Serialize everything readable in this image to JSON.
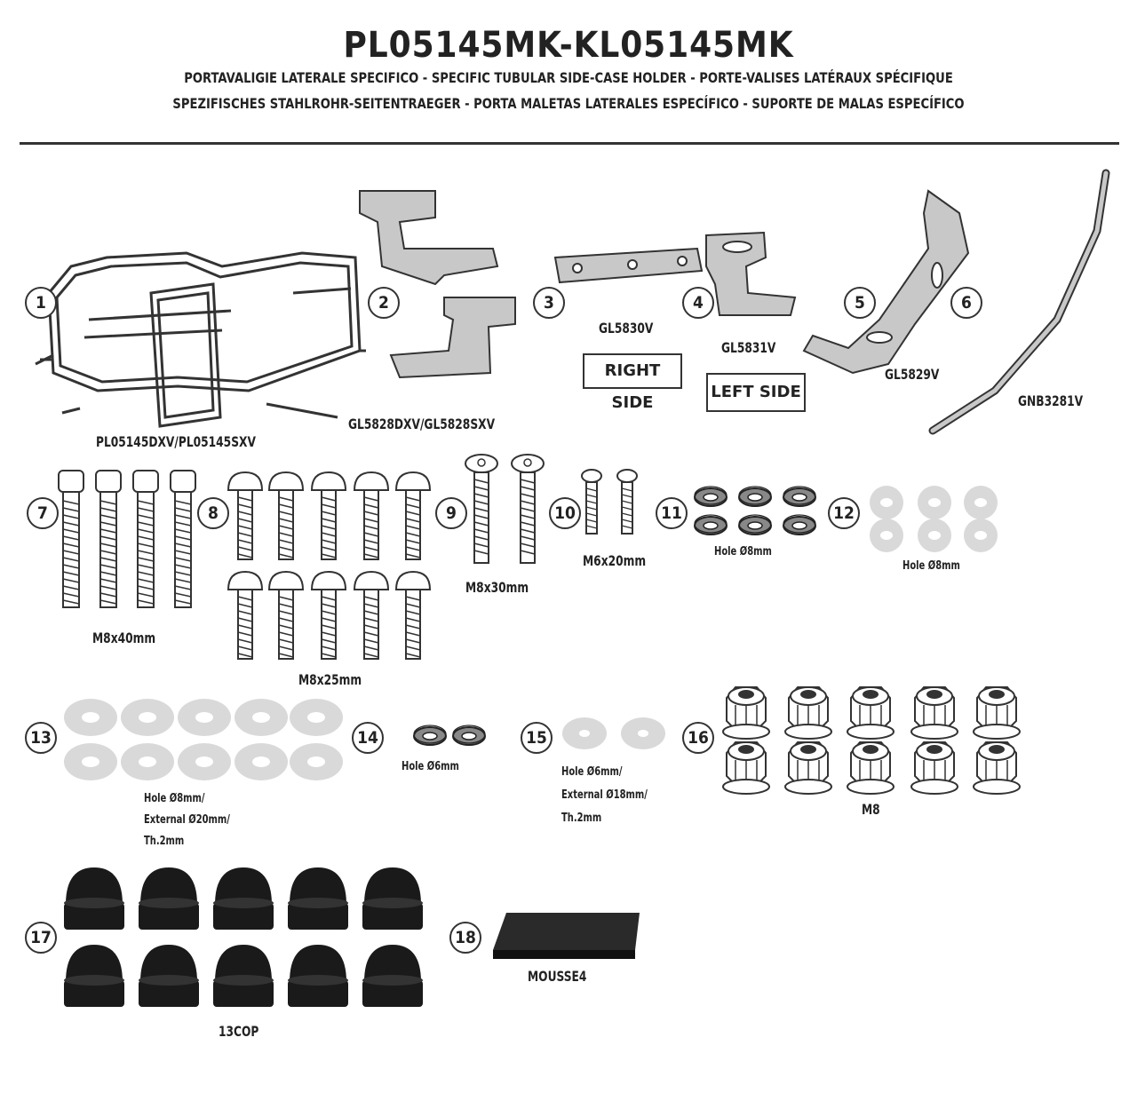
{
  "header": {
    "title": "PL05145MK-KL05145MK",
    "subtitle_line1": "PORTAVALIGIE LATERALE SPECIFICO  -  SPECIFIC TUBULAR SIDE-CASE HOLDER  - PORTE-VALISES LATÉRAUX SPÉCIFIQUE",
    "subtitle_line2": "SPEZIFISCHES STAHLROHR-SEITENTRAEGER - PORTA MALETAS LATERALES ESPECÍFICO - SUPORTE DE MALAS ESPECÍFICO"
  },
  "parts": {
    "p1": {
      "num": "1",
      "label": "PL05145DXV/PL05145SXV"
    },
    "p2": {
      "num": "2",
      "label": "GL5828DXV/GL5828SXV"
    },
    "p3": {
      "num": "3",
      "label": "GL5830V",
      "tag": "RIGHT SIDE"
    },
    "p4": {
      "num": "4",
      "label": "GL5831V",
      "tag": "LEFT SIDE"
    },
    "p5": {
      "num": "5",
      "label": "GL5829V"
    },
    "p6": {
      "num": "6",
      "label": "GNB3281V"
    },
    "p7": {
      "num": "7",
      "label": "M8x40mm"
    },
    "p8": {
      "num": "8",
      "label": "M8x25mm"
    },
    "p9": {
      "num": "9",
      "label": "M8x30mm"
    },
    "p10": {
      "num": "10",
      "label": "M6x20mm"
    },
    "p11": {
      "num": "11",
      "label": "Hole Ø8mm"
    },
    "p12": {
      "num": "12",
      "label": "Hole Ø8mm"
    },
    "p13": {
      "num": "13",
      "label_line1": "Hole Ø8mm/",
      "label_line2": "External Ø20mm/",
      "label_line3": "Th.2mm"
    },
    "p14": {
      "num": "14",
      "label": "Hole Ø6mm"
    },
    "p15": {
      "num": "15",
      "label_line1": "Hole Ø6mm/",
      "label_line2": "External Ø18mm/",
      "label_line3": "Th.2mm"
    },
    "p16": {
      "num": "16",
      "label": "M8"
    },
    "p17": {
      "num": "17",
      "label": "13COP"
    },
    "p18": {
      "num": "18",
      "label": "MOUSSE4"
    }
  },
  "colors": {
    "line": "#333333",
    "metal": "#c8c8c8",
    "washer": "#d9d9d9",
    "cap": "#1a1a1a"
  }
}
